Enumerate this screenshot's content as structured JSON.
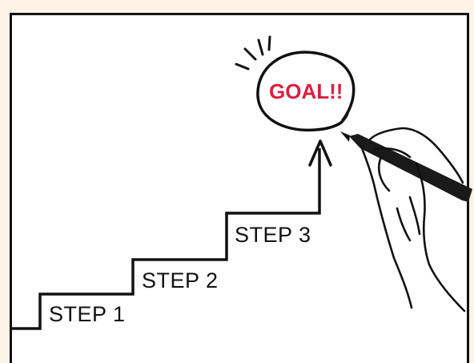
{
  "steps": [
    {
      "label": "STEP 1"
    },
    {
      "label": "STEP 2"
    },
    {
      "label": "STEP 3"
    }
  ],
  "goal": {
    "label": "GOAL!!",
    "color": "#d8213f"
  },
  "icons": [
    "staircase-line",
    "up-arrow-icon",
    "goal-circle",
    "emphasis-marks-icon",
    "hand-icon",
    "marker-pen-icon"
  ],
  "colors": {
    "ink": "#111111",
    "background": "#fdf3e6",
    "board": "#ffffff"
  }
}
